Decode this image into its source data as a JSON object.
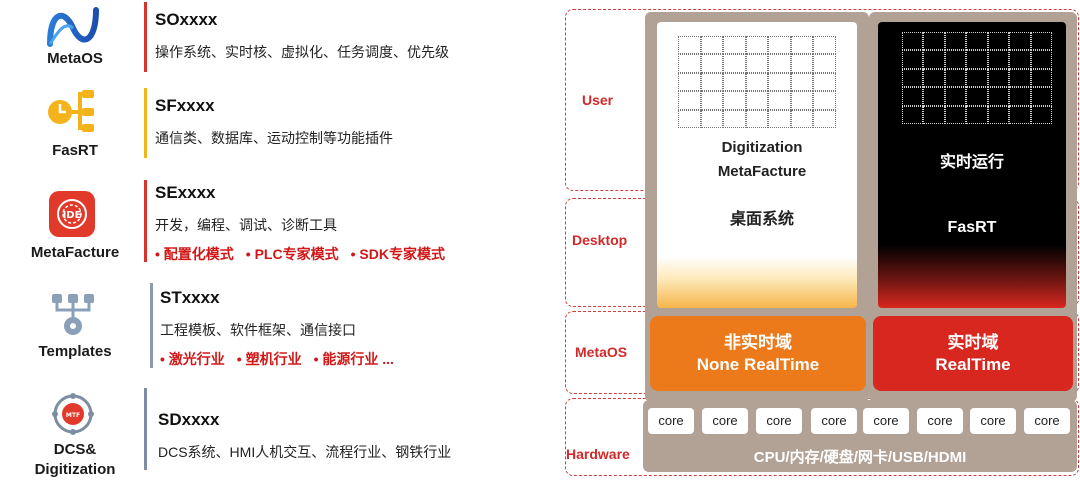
{
  "products": [
    {
      "name": "MetaOS",
      "code": "SOxxxx",
      "desc": "操作系统、实时核、虚拟化、任务调度、优先级",
      "modes": [],
      "accent": "#d8342c",
      "icon": "metaos-logo-icon"
    },
    {
      "name": "FasRT",
      "code": "SFxxxx",
      "desc": "通信类、数据库、运动控制等功能插件",
      "modes": [],
      "accent": "#f2b51a",
      "icon": "fasrt-logo-icon"
    },
    {
      "name": "MetaFacture",
      "code": "SExxxx",
      "desc": "开发，编程、调试、诊断工具",
      "modes": [
        "配置化模式",
        "PLC专家模式",
        "SDK专家模式"
      ],
      "accent": "#d8342c",
      "icon": "ide-logo-icon"
    },
    {
      "name": "Templates",
      "code": "STxxxx",
      "desc": "工程模板、软件框架、通信接口",
      "modes": [
        "激光行业",
        "塑机行业",
        "能源行业 ..."
      ],
      "accent": "#8a9bb0",
      "icon": "templates-logo-icon"
    },
    {
      "name_line1": "DCS&",
      "name_line2": "Digitization",
      "code": "SDxxxx",
      "desc": "DCS系统、HMI人机交互、流程行业、钢铁行业",
      "modes": [],
      "accent": "#7d8da2",
      "icon": "dcs-logo-icon"
    }
  ],
  "architecture": {
    "layers": [
      "User",
      "Desktop",
      "MetaOS",
      "Hardware"
    ],
    "left_panel": {
      "line1": "Digitization",
      "line2": "MetaFacture",
      "desktop": "桌面系统"
    },
    "right_panel": {
      "title": "实时运行",
      "sub": "FasRT"
    },
    "non_rt": {
      "cn": "非实时域",
      "en": "None RealTime",
      "color": "#ec7a1a"
    },
    "rt": {
      "cn": "实时域",
      "en": "RealTime",
      "color": "#d8271f"
    },
    "cores": [
      "core",
      "core",
      "core",
      "core",
      "core",
      "core",
      "core",
      "core"
    ],
    "hardware_text": "CPU/内存/硬盘/网卡/USB/HDMI"
  }
}
